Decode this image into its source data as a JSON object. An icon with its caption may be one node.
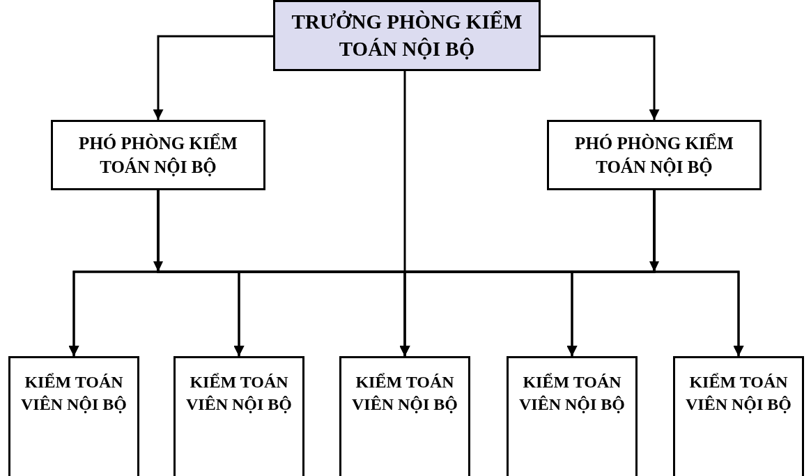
{
  "diagram": {
    "nodes": [
      {
        "text": [
          "TRƯỞNG PHÒNG KIỂM TOÁN NỘI BỘ"
        ]
      },
      {
        "text": [
          "PHÓ PHÒNG KIỂM TOÁN NỘI BỘ"
        ]
      },
      {
        "text": [
          "PHÓ PHÒNG KIỂM TOÁN NỘI BỘ"
        ]
      },
      {
        "text": [
          "KIỂM TOÁN VIÊN NỘI BỘ"
        ]
      },
      {
        "text": [
          "KIỂM TOÁN VIÊN NỘI BỘ"
        ]
      },
      {
        "text": [
          "KIỂM TOÁN VIÊN NỘI BỘ"
        ]
      },
      {
        "text": [
          "KIỂM TOÁN VIÊN NỘI BỘ"
        ]
      },
      {
        "text": [
          "KIỂM TOÁN VIÊN NỘI BỘ"
        ]
      }
    ],
    "edges": [
      {
        "from": 0,
        "to": 1,
        "arrow": "to"
      },
      {
        "from": 0,
        "to": 2,
        "arrow": "to"
      },
      {
        "from": 0,
        "to": 5,
        "arrow": "to"
      },
      {
        "from": 1,
        "to": 3,
        "arrow": "to"
      },
      {
        "from": 1,
        "to": 4,
        "arrow": "to"
      },
      {
        "from": 1,
        "to": 5,
        "arrow": "to"
      },
      {
        "from": 1,
        "to": 6,
        "arrow": "to"
      },
      {
        "from": 1,
        "to": 7,
        "arrow": "to"
      },
      {
        "from": 2,
        "to": 3,
        "arrow": "to"
      },
      {
        "from": 2,
        "to": 4,
        "arrow": "to"
      },
      {
        "from": 2,
        "to": 5,
        "arrow": "to"
      },
      {
        "from": 2,
        "to": 6,
        "arrow": "to"
      },
      {
        "from": 2,
        "to": 7,
        "arrow": "to"
      }
    ]
  }
}
